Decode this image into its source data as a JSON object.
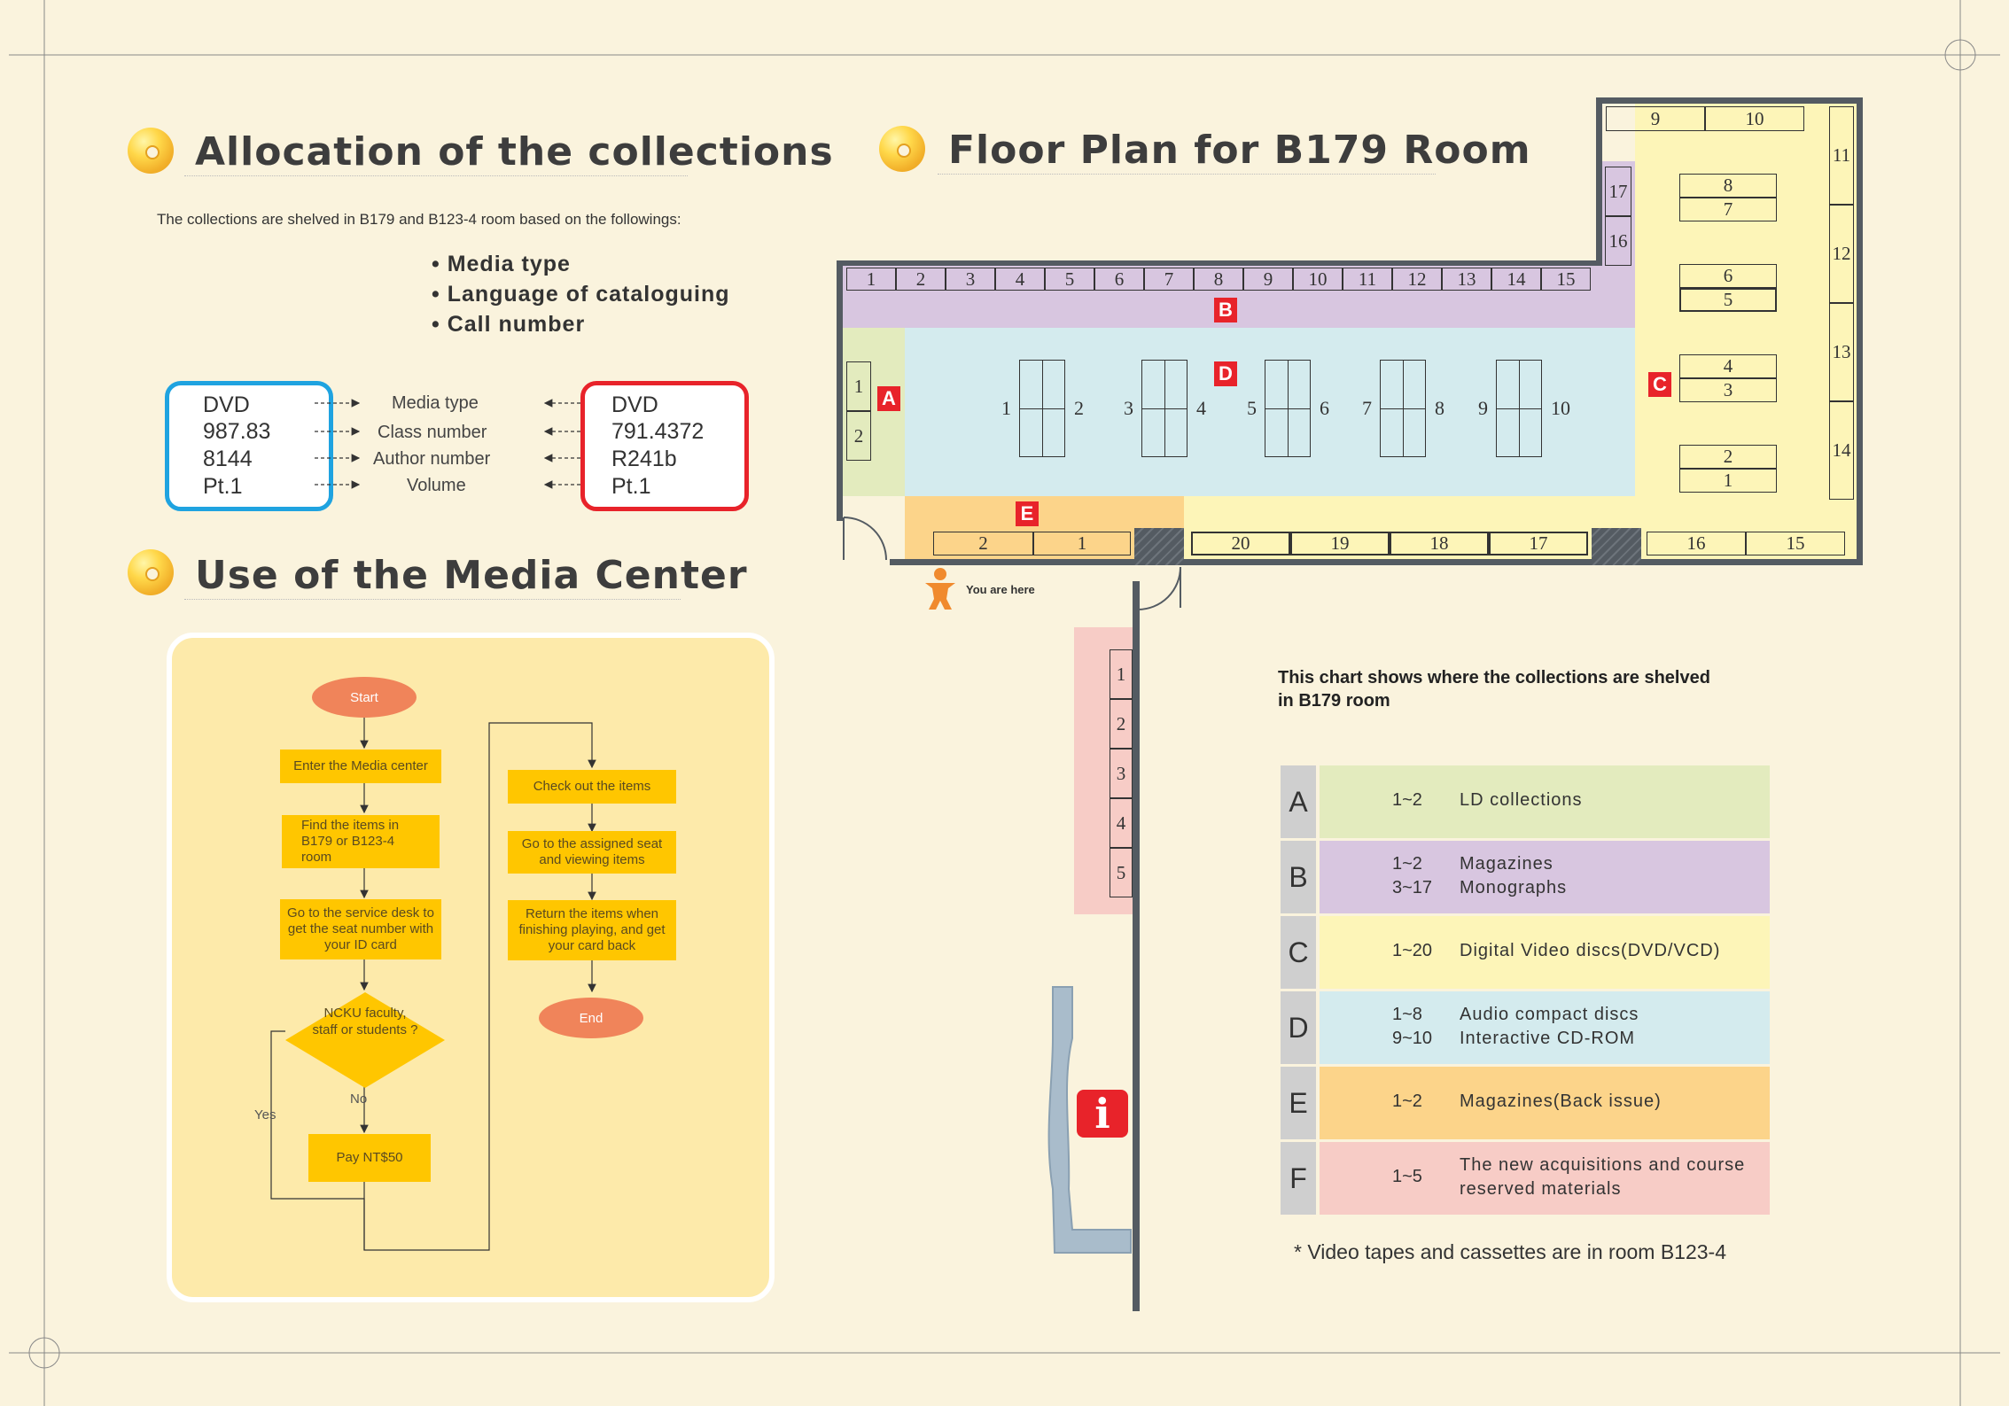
{
  "allocation": {
    "title": "Allocation  of  the  collections",
    "intro": "The collections are shelved in B179 and B123-4 room based on the followings:",
    "bullets": [
      "• Media type",
      "• Language of cataloguing",
      "• Call number"
    ],
    "left_call": [
      "DVD",
      "987.83",
      "8144",
      "Pt.1"
    ],
    "right_call": [
      "DVD",
      "791.4372",
      "R241b",
      "Pt.1"
    ],
    "labels": [
      "Media type",
      "Class number",
      "Author number",
      "Volume"
    ],
    "colors": {
      "left_border": "#1fa3e0",
      "right_border": "#e8232a"
    }
  },
  "media_center": {
    "title": "Use of the Media Center",
    "flow": {
      "start": "Start",
      "enter": "Enter the Media center",
      "find": "Find the items in B179 or B123-4 room",
      "service": "Go to the service desk to get the seat number with your ID card",
      "decision": "NCKU faculty, staff or students ?",
      "no": "No",
      "yes": "Yes",
      "pay": "Pay NT$50",
      "checkout": "Check out the items",
      "goseat": "Go to the assigned seat and viewing items",
      "return": "Return the items when finishing playing, and get your card back",
      "end": "End"
    }
  },
  "floor": {
    "title": "Floor Plan for B179  Room",
    "you_are_here": "You are here",
    "zones": [
      "A",
      "B",
      "C",
      "D",
      "E",
      "F"
    ],
    "b_shelves": [
      "1",
      "2",
      "3",
      "4",
      "5",
      "6",
      "7",
      "8",
      "9",
      "10",
      "11",
      "12",
      "13",
      "14",
      "15",
      "16",
      "17"
    ],
    "a_shelves": [
      "1",
      "2"
    ],
    "c_top": [
      "9",
      "10"
    ],
    "c_right": [
      "11",
      "12",
      "13",
      "14"
    ],
    "c_center": [
      "8",
      "7",
      "6",
      "5",
      "4",
      "3",
      "2",
      "1"
    ],
    "c_bottom": [
      "20",
      "19",
      "18",
      "17",
      "16",
      "15"
    ],
    "d_units": [
      "1",
      "2",
      "3",
      "4",
      "5",
      "6",
      "7",
      "8",
      "9",
      "10"
    ],
    "e_shelves": [
      "2",
      "1"
    ],
    "f_shelves": [
      "1",
      "2",
      "3",
      "4",
      "5"
    ],
    "info_icon": "i"
  },
  "legend": {
    "caption_line1": "This chart shows where the collections are shelved",
    "caption_line2": "in B179 room",
    "rows": [
      {
        "key": "A",
        "ranges": [
          "1~2"
        ],
        "descs": [
          "LD collections"
        ],
        "color": "#e3ebbe"
      },
      {
        "key": "B",
        "ranges": [
          "1~2",
          "3~17"
        ],
        "descs": [
          "Magazines",
          "Monographs"
        ],
        "color": "#d8c6e0"
      },
      {
        "key": "C",
        "ranges": [
          "1~20"
        ],
        "descs": [
          "Digital Video discs(DVD/VCD)"
        ],
        "color": "#fdf5b8"
      },
      {
        "key": "D",
        "ranges": [
          "1~8",
          "9~10"
        ],
        "descs": [
          "Audio compact discs",
          "Interactive CD-ROM"
        ],
        "color": "#d4ebee"
      },
      {
        "key": "E",
        "ranges": [
          "1~2"
        ],
        "descs": [
          "Magazines(Back issue)"
        ],
        "color": "#fcd48a"
      },
      {
        "key": "F",
        "ranges": [
          "1~5"
        ],
        "descs": [
          "The new acquisitions and course",
          "reserved materials"
        ],
        "color": "#f7ccc6"
      }
    ],
    "footnote": "* Video tapes and cassettes are in room B123-4"
  }
}
